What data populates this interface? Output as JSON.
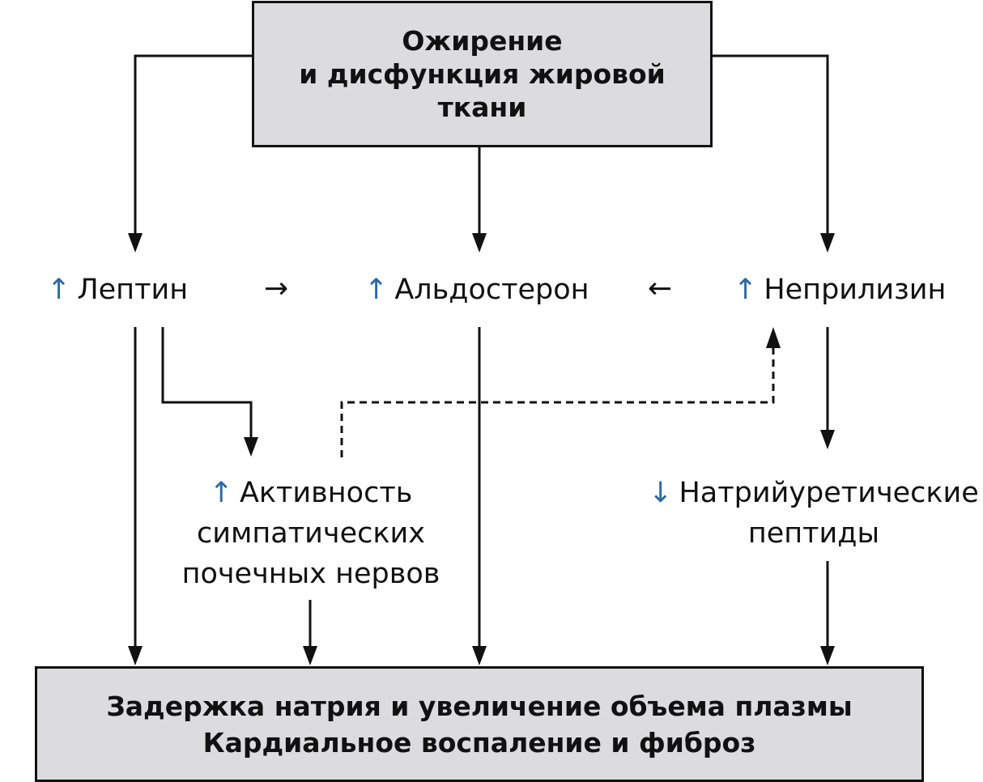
{
  "diagram": {
    "top": {
      "lines": [
        "Ожирение",
        "и дисфункция жировой",
        "ткани"
      ]
    },
    "nodes": {
      "leptin": {
        "indicator": "↑",
        "label": "Лептин"
      },
      "aldosterone": {
        "indicator": "↑",
        "label": "Альдостерон"
      },
      "neprilysin": {
        "indicator": "↑",
        "label": "Неприлизин"
      },
      "sympathetic": {
        "indicator": "↑",
        "lines": [
          "Активность",
          "симпатических",
          "почечных нервов"
        ]
      },
      "natriuretic": {
        "indicator": "↓",
        "lines": [
          "Натрийуретические",
          "пептиды"
        ]
      }
    },
    "inline_arrows": {
      "leptin_to_aldosterone": "→",
      "neprilysin_to_aldosterone": "←"
    },
    "bottom": {
      "lines": [
        "Задержка натрия и увеличение объема плазмы",
        "Кардиальное воспаление и фиброз"
      ]
    },
    "colors": {
      "box_fill": "#dcdcde",
      "indicator": "#2a6aa6",
      "line": "#111111"
    }
  }
}
